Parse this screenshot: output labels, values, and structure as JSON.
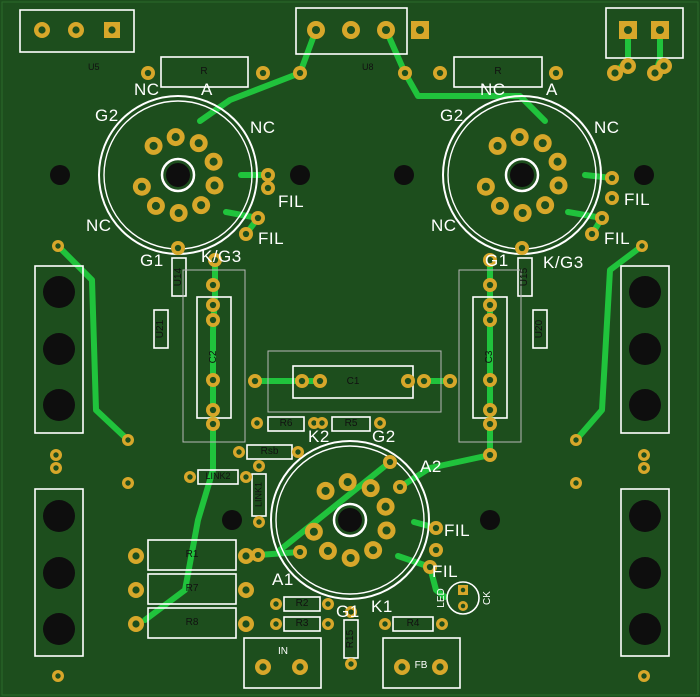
{
  "board": {
    "colors": {
      "board": "#1d4e1d",
      "copper_trace": "#20c33c",
      "pad_ring": "#d7a72a",
      "pad_hole": "#1d4e1d",
      "silkscreen": "#ffffff",
      "outline": "#b8b8b8",
      "mounting_hole": "#0e0e0e"
    }
  },
  "connectors": {
    "u5": "U5",
    "u8": "U8",
    "in": "IN",
    "fb": "FB"
  },
  "resistors": {
    "r_left": "R",
    "r_right": "R",
    "r1": "R1",
    "r7": "R7",
    "r8": "R8",
    "r2": "R2",
    "r3": "R3",
    "r4": "R4",
    "r5": "R5",
    "r6": "R6",
    "r15": "R15",
    "rsb": "Rsb",
    "link1": "LINK1",
    "link2": "LINK2",
    "u14": "U14",
    "u15": "U15",
    "u20": "U20",
    "u21": "U21"
  },
  "capacitors": {
    "c1": "C1",
    "c2": "C2",
    "c3": "C3"
  },
  "led": {
    "led": "LED",
    "ck": "CK"
  },
  "tube_left": {
    "nc_top": "NC",
    "a": "A",
    "g2": "G2",
    "nc_right": "NC",
    "fil_1": "FIL",
    "fil_2": "FIL",
    "nc_left": "NC",
    "g1": "G1",
    "k_g3": "K/G3"
  },
  "tube_right": {
    "nc_top": "NC",
    "a": "A",
    "g2": "G2",
    "nc_right": "NC",
    "fil_1": "FIL",
    "fil_2": "FIL",
    "nc_left": "NC",
    "g1": "G1",
    "k_g3": "K/G3"
  },
  "tube_bottom": {
    "k2": "K2",
    "g2": "G2",
    "a2": "A2",
    "fil_1": "FIL",
    "fil_2": "FIL",
    "a1": "A1",
    "g1": "G1",
    "k1": "K1"
  }
}
